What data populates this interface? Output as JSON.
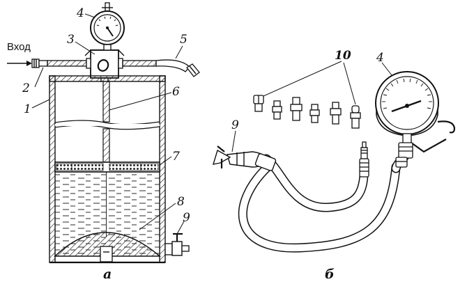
{
  "inlet_label": "Вход",
  "part_a": {
    "caption": "а",
    "callouts": [
      "1",
      "2",
      "3",
      "4",
      "5",
      "6",
      "7",
      "8",
      "9"
    ]
  },
  "part_b": {
    "caption": "б",
    "callouts": [
      "9",
      "10",
      "4"
    ]
  }
}
